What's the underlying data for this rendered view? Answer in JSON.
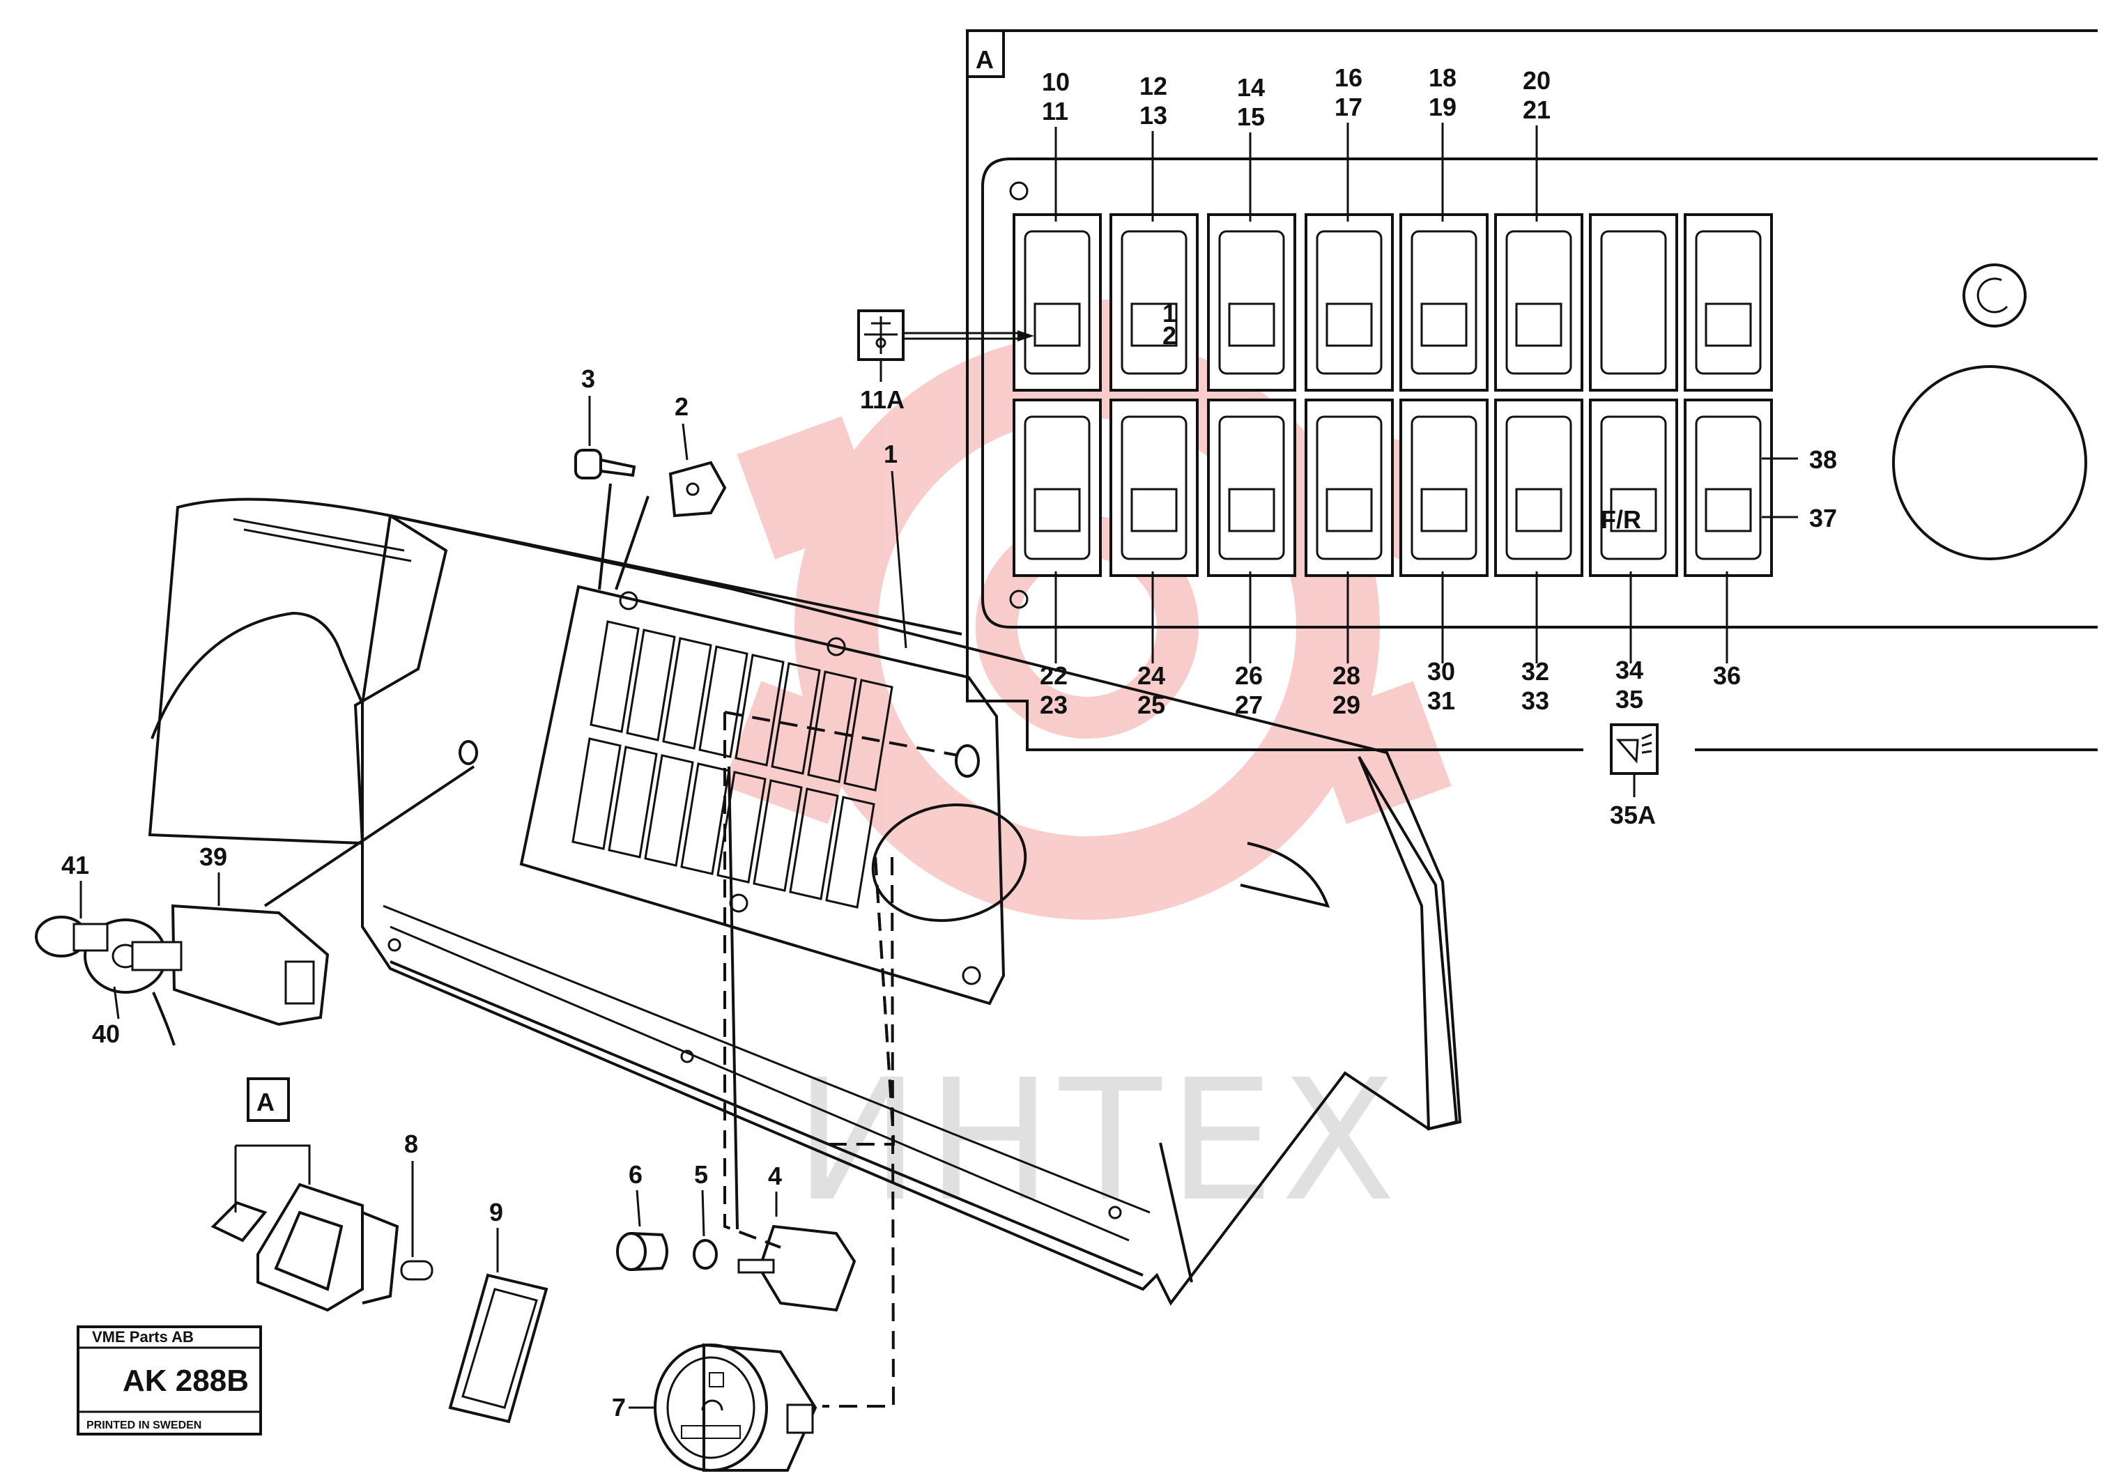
{
  "diagram": {
    "detail_label": "A",
    "detail_label_small": "A",
    "watermark": "ИНТЕХ",
    "stamp": {
      "company": "VME Parts AB",
      "code": "AK 288B",
      "printed": "PRINTED IN SWEDEN"
    },
    "switch_panel": {
      "top_labels": [
        "10\n11",
        "12\n13",
        "14\n15",
        "16\n17",
        "18\n19",
        "20\n21"
      ],
      "bottom_labels": [
        "22\n23",
        "24\n25",
        "26\n27",
        "28\n29",
        "30\n31",
        "32\n33",
        "34\n35",
        "36"
      ],
      "side_labels": [
        "38",
        "37"
      ],
      "fr_symbol": "F/R",
      "symbol_11a": "11A",
      "symbol_35a": "35A",
      "fraction_top": "1",
      "fraction_bottom": "2"
    },
    "part_labels": [
      "1",
      "2",
      "3",
      "4",
      "5",
      "6",
      "7",
      "8",
      "9",
      "39",
      "40",
      "41"
    ]
  }
}
